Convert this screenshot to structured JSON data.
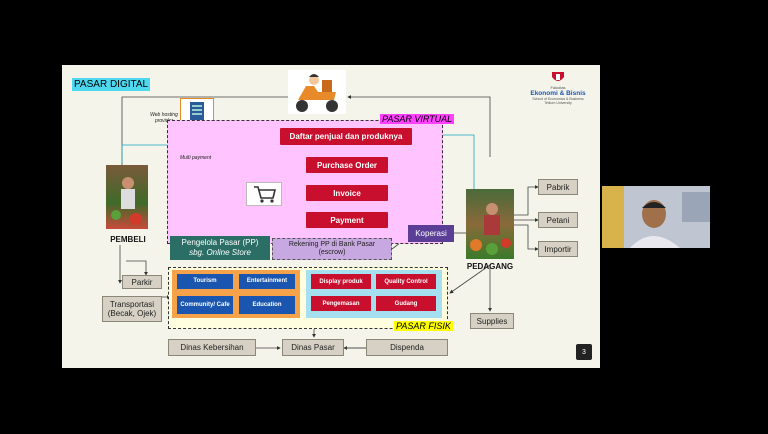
{
  "slide": {
    "pasar_digital": "PASAR DIGITAL",
    "pasar_virtual": "PASAR VIRTUAL",
    "pasar_fisik": "PASAR FISIK",
    "web_hosting": "Web hosting provider",
    "multi_payment": "Multi payment",
    "logo": {
      "line1": "Fakultas",
      "line2": "Ekonomi & Bisnis",
      "line3": "School of Economics & Business",
      "line4": "Telkom University"
    },
    "virtual": {
      "daftar": "Daftar penjual dan produknya",
      "purchase_order": "Purchase Order",
      "invoice": "Invoice",
      "payment": "Payment",
      "koperasi": "Koperasi",
      "rekening": "Rekening PP di  Bank Pasar (escrow)",
      "pengelola_line1": "Pengelola Pasar (PP)",
      "pengelola_line2": "sbg. Online Store"
    },
    "pembeli": "PEMBELI",
    "pedagang": "PEDAGANG",
    "parkir": "Parkir",
    "transportasi": "Transportasi (Becak, Ojek)",
    "suppliers": [
      "Pabrik",
      "Petani",
      "Importir"
    ],
    "supplies": "Supplies",
    "fisik_blue": [
      "Tourism",
      "Entertainment",
      "Community/ Cafe",
      "Education"
    ],
    "fisik_red": [
      "Display produk",
      "Quality Control",
      "Pengemasan",
      "Gudang"
    ],
    "bottom": [
      "Dinas Kebersihan",
      "Dinas Pasar",
      "Dispenda"
    ],
    "page_number": "3"
  },
  "colors": {
    "cyan": "#4dd8f0",
    "magenta": "#ff40ff",
    "yellow": "#ffff00",
    "red": "#c8102e",
    "blue": "#1a56b0",
    "teal": "#2a6e66",
    "purple": "#5b3e96",
    "pink_area": "#ffc4ff"
  }
}
